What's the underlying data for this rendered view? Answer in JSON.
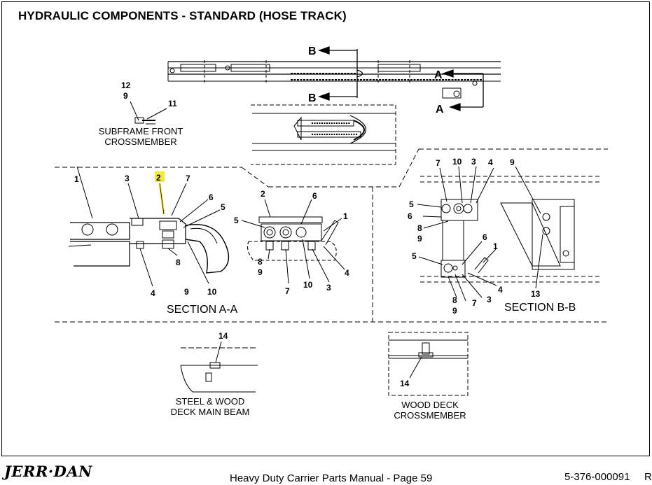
{
  "title": "HYDRAULIC COMPONENTS - STANDARD (HOSE TRACK)",
  "section_markers": {
    "b": "B",
    "a": "A"
  },
  "captions": {
    "subframe_line1": "SUBFRAME FRONT",
    "subframe_line2": "CROSSMEMBER",
    "section_aa": "SECTION A-A",
    "section_bb": "SECTION B-B",
    "steel_wood_line1": "STEEL & WOOD",
    "steel_wood_line2": "DECK MAIN BEAM",
    "wood_deck_line1": "WOOD DECK",
    "wood_deck_line2": "CROSSMEMBER"
  },
  "callouts": {
    "subframe": [
      "12",
      "9",
      "11"
    ],
    "section_aa_left": [
      "1",
      "3",
      "2",
      "7",
      "6",
      "5",
      "4",
      "8",
      "9",
      "10"
    ],
    "section_aa_right": [
      "2",
      "6",
      "5",
      "1",
      "8",
      "9",
      "7",
      "10",
      "3",
      "4"
    ],
    "section_bb_top": [
      "7",
      "10",
      "3",
      "4",
      "9",
      "5",
      "6",
      "8",
      "9",
      "13"
    ],
    "section_bb_bottom": [
      "6",
      "1",
      "5",
      "4",
      "3",
      "7",
      "8",
      "9"
    ],
    "steel_wood": "14",
    "wood_deck": "14"
  },
  "highlight_color": "#f2ea3a",
  "footer": {
    "logo": "JERR·DAN",
    "manual": "Heavy Duty Carrier Parts Manual  -  Page 59",
    "part_number": "5-376-000091",
    "rev": "R"
  }
}
